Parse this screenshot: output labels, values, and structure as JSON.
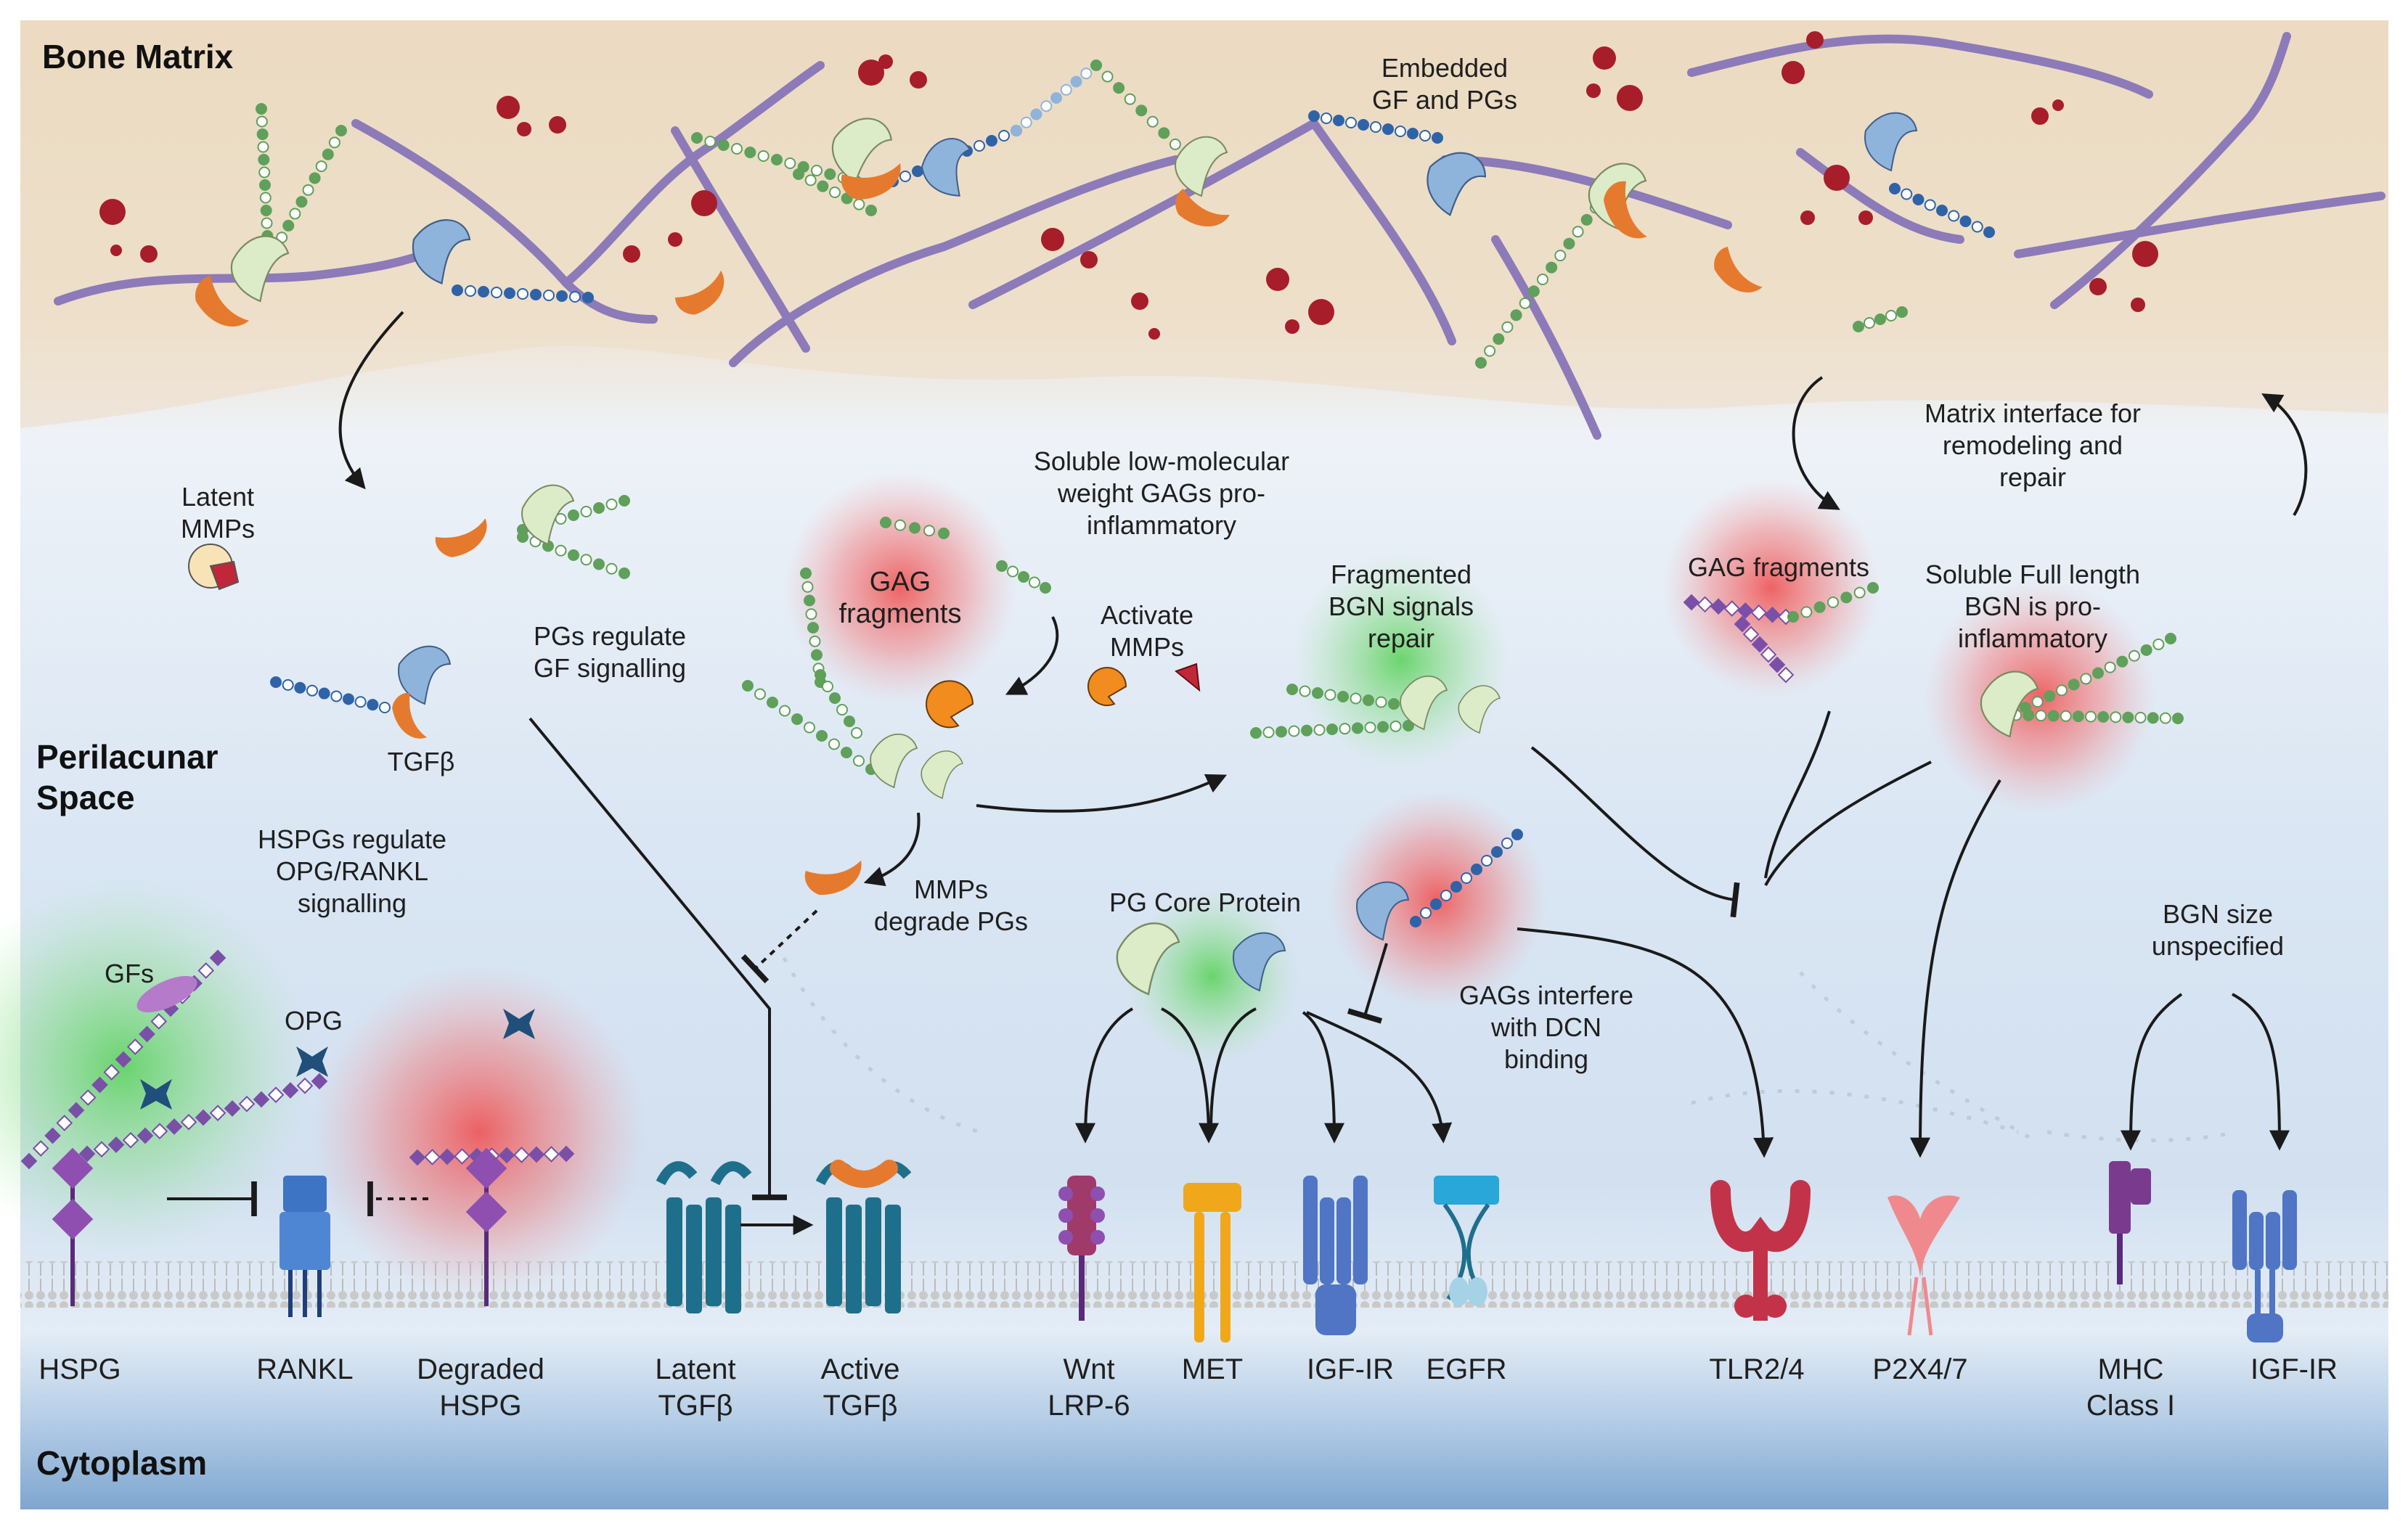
{
  "regions": {
    "bone_matrix": "Bone Matrix",
    "perilacunar": "Perilacunar\nSpace",
    "cytoplasm": "Cytoplasm"
  },
  "annotations": {
    "embedded": "Embedded\nGF and PGs",
    "latent_mmps": "Latent\nMMPs",
    "tgfb_small": "TGFβ",
    "pgs_regulate": "PGs regulate\nGF signalling",
    "hspgs_regulate": "HSPGs regulate\nOPG/RANKL\nsignalling",
    "gfs": "GFs",
    "opg": "OPG",
    "gag_fragments_left": "GAG\nfragments",
    "soluble_lmw": "Soluble low-molecular\nweight GAGs pro-\ninflammatory",
    "activate_mmps": "Activate\nMMPs",
    "mmps_degrade": "MMPs\ndegrade PGs",
    "fragmented_bgn": "Fragmented\nBGN signals\nrepair",
    "pg_core": "PG Core Protein",
    "gags_interfere": "GAGs interfere\nwith DCN\nbinding",
    "matrix_interface": "Matrix interface for\nremodeling and\nrepair",
    "gag_fragments_right": "GAG fragments",
    "soluble_full": "Soluble Full length\nBGN is  pro-\ninflammatory",
    "bgn_size": "BGN size\nunspecified"
  },
  "receptors": [
    {
      "label": "HSPG"
    },
    {
      "label": "RANKL"
    },
    {
      "label": "Degraded\nHSPG"
    },
    {
      "label": "Latent\nTGFβ"
    },
    {
      "label": "Active\nTGFβ"
    },
    {
      "label": "Wnt\nLRP-6"
    },
    {
      "label": "MET"
    },
    {
      "label": "IGF-IR"
    },
    {
      "label": "EGFR"
    },
    {
      "label": "TLR2/4"
    },
    {
      "label": "P2X4/7"
    },
    {
      "label": "MHC\nClass I"
    },
    {
      "label": "IGF-IR"
    }
  ],
  "colors": {
    "matrix_bg": "#ecdcc4",
    "perilacunar_bg": "#dfe9f6",
    "cytoplasm_bg": "#8fb2d6",
    "collagen": "#8c7ab9",
    "mmp_red": "#a71d2a",
    "inflammation_glow": "#f06b6b",
    "repair_glow": "#6fd46f",
    "gag_green": "#5fa05a",
    "gag_blue": "#2f63a8",
    "protein_orange": "#e57a2e",
    "protein_blue": "#8fb4dc",
    "protein_pale": "#dcebc8",
    "membrane": "#c6c6c6"
  }
}
